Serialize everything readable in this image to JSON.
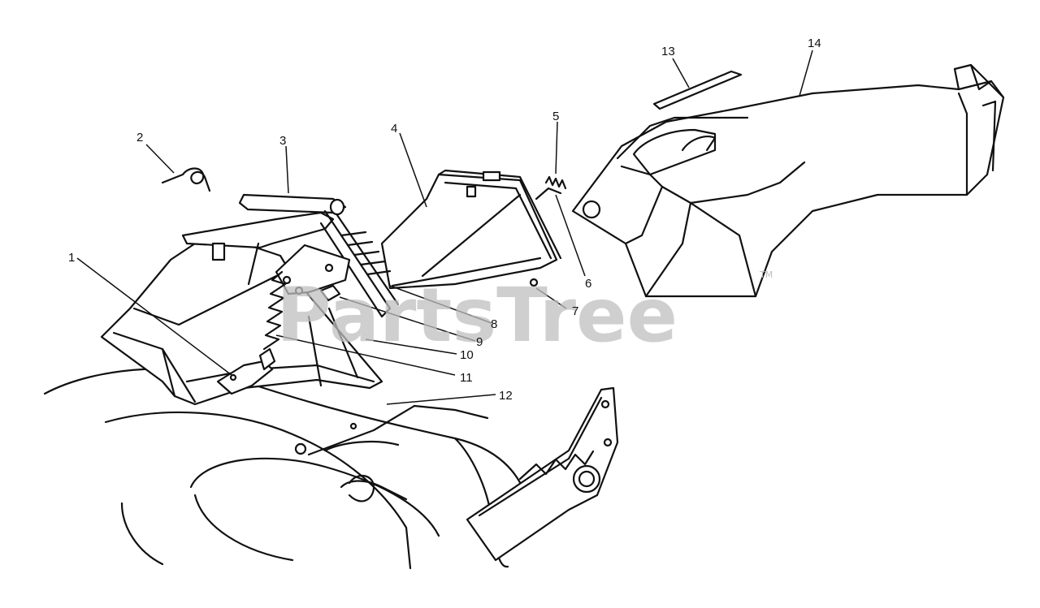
{
  "watermark": {
    "text": "PartsTree",
    "tm": "TM"
  },
  "callouts": [
    {
      "id": "1",
      "label": "1"
    },
    {
      "id": "2",
      "label": "2"
    },
    {
      "id": "3",
      "label": "3"
    },
    {
      "id": "4",
      "label": "4"
    },
    {
      "id": "5",
      "label": "5"
    },
    {
      "id": "6",
      "label": "6"
    },
    {
      "id": "7",
      "label": "7"
    },
    {
      "id": "8",
      "label": "8"
    },
    {
      "id": "9",
      "label": "9"
    },
    {
      "id": "10",
      "label": "10"
    },
    {
      "id": "11",
      "label": "11"
    },
    {
      "id": "12",
      "label": "12"
    },
    {
      "id": "13",
      "label": "13"
    },
    {
      "id": "14",
      "label": "14"
    }
  ]
}
